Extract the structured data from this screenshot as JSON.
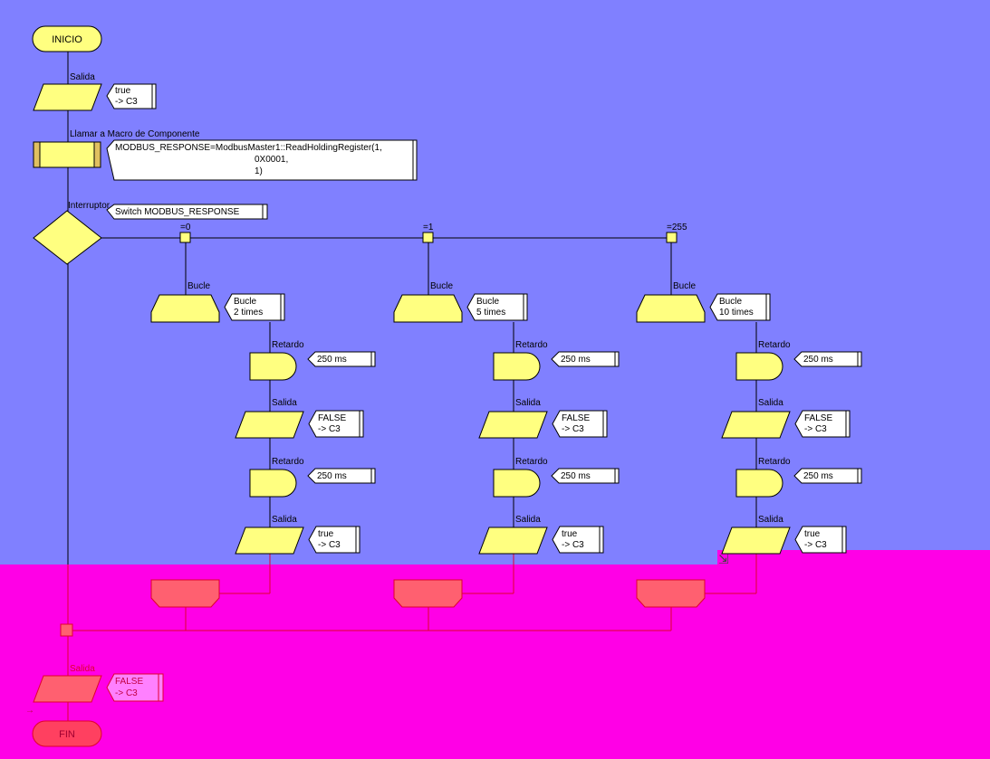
{
  "colors": {
    "background": "#8080ff",
    "overlay": "#ff00e6",
    "block_fill": "#ffff80",
    "block_fill_dim": "#ff6070",
    "line": "#000000",
    "line_dim": "#e00030",
    "terminal_dim": "#ff4060",
    "note_fill": "#ffffff",
    "note_fill_dim": "#ff80ff"
  },
  "start": {
    "label": "INICIO"
  },
  "end": {
    "label": "FIN"
  },
  "output1": {
    "caption": "Salida",
    "line1": "true",
    "line2": "-> C3"
  },
  "macro": {
    "caption": "Llamar a Macro de Componente",
    "line1": "MODBUS_RESPONSE=ModbusMaster1::ReadHoldingRegister(1,",
    "line2": "0X0001,",
    "line3": "1)"
  },
  "switch": {
    "caption": "Interruptor",
    "text": "Switch MODBUS_RESPONSE"
  },
  "branches": [
    {
      "case": "=0",
      "loop_caption": "Bucle",
      "loop_line1": "Bucle",
      "loop_line2": "2 times",
      "delay1_caption": "Retardo",
      "delay1_text": "250 ms",
      "out1_caption": "Salida",
      "out1_line1": "FALSE",
      "out1_line2": "-> C3",
      "delay2_caption": "Retardo",
      "delay2_text": "250 ms",
      "out2_caption": "Salida",
      "out2_line1": "true",
      "out2_line2": "-> C3"
    },
    {
      "case": "=1",
      "loop_caption": "Bucle",
      "loop_line1": "Bucle",
      "loop_line2": "5 times",
      "delay1_caption": "Retardo",
      "delay1_text": "250 ms",
      "out1_caption": "Salida",
      "out1_line1": "FALSE",
      "out1_line2": "-> C3",
      "delay2_caption": "Retardo",
      "delay2_text": "250 ms",
      "out2_caption": "Salida",
      "out2_line1": "true",
      "out2_line2": "-> C3"
    },
    {
      "case": "=255",
      "loop_caption": "Bucle",
      "loop_line1": "Bucle",
      "loop_line2": "10 times",
      "delay1_caption": "Retardo",
      "delay1_text": "250 ms",
      "out1_caption": "Salida",
      "out1_line1": "FALSE",
      "out1_line2": "-> C3",
      "delay2_caption": "Retardo",
      "delay2_text": "250 ms",
      "out2_caption": "Salida",
      "out2_line1": "true",
      "out2_line2": "-> C3"
    }
  ],
  "final_output": {
    "caption": "Salida",
    "line1": "FALSE",
    "line2": "-> C3"
  }
}
